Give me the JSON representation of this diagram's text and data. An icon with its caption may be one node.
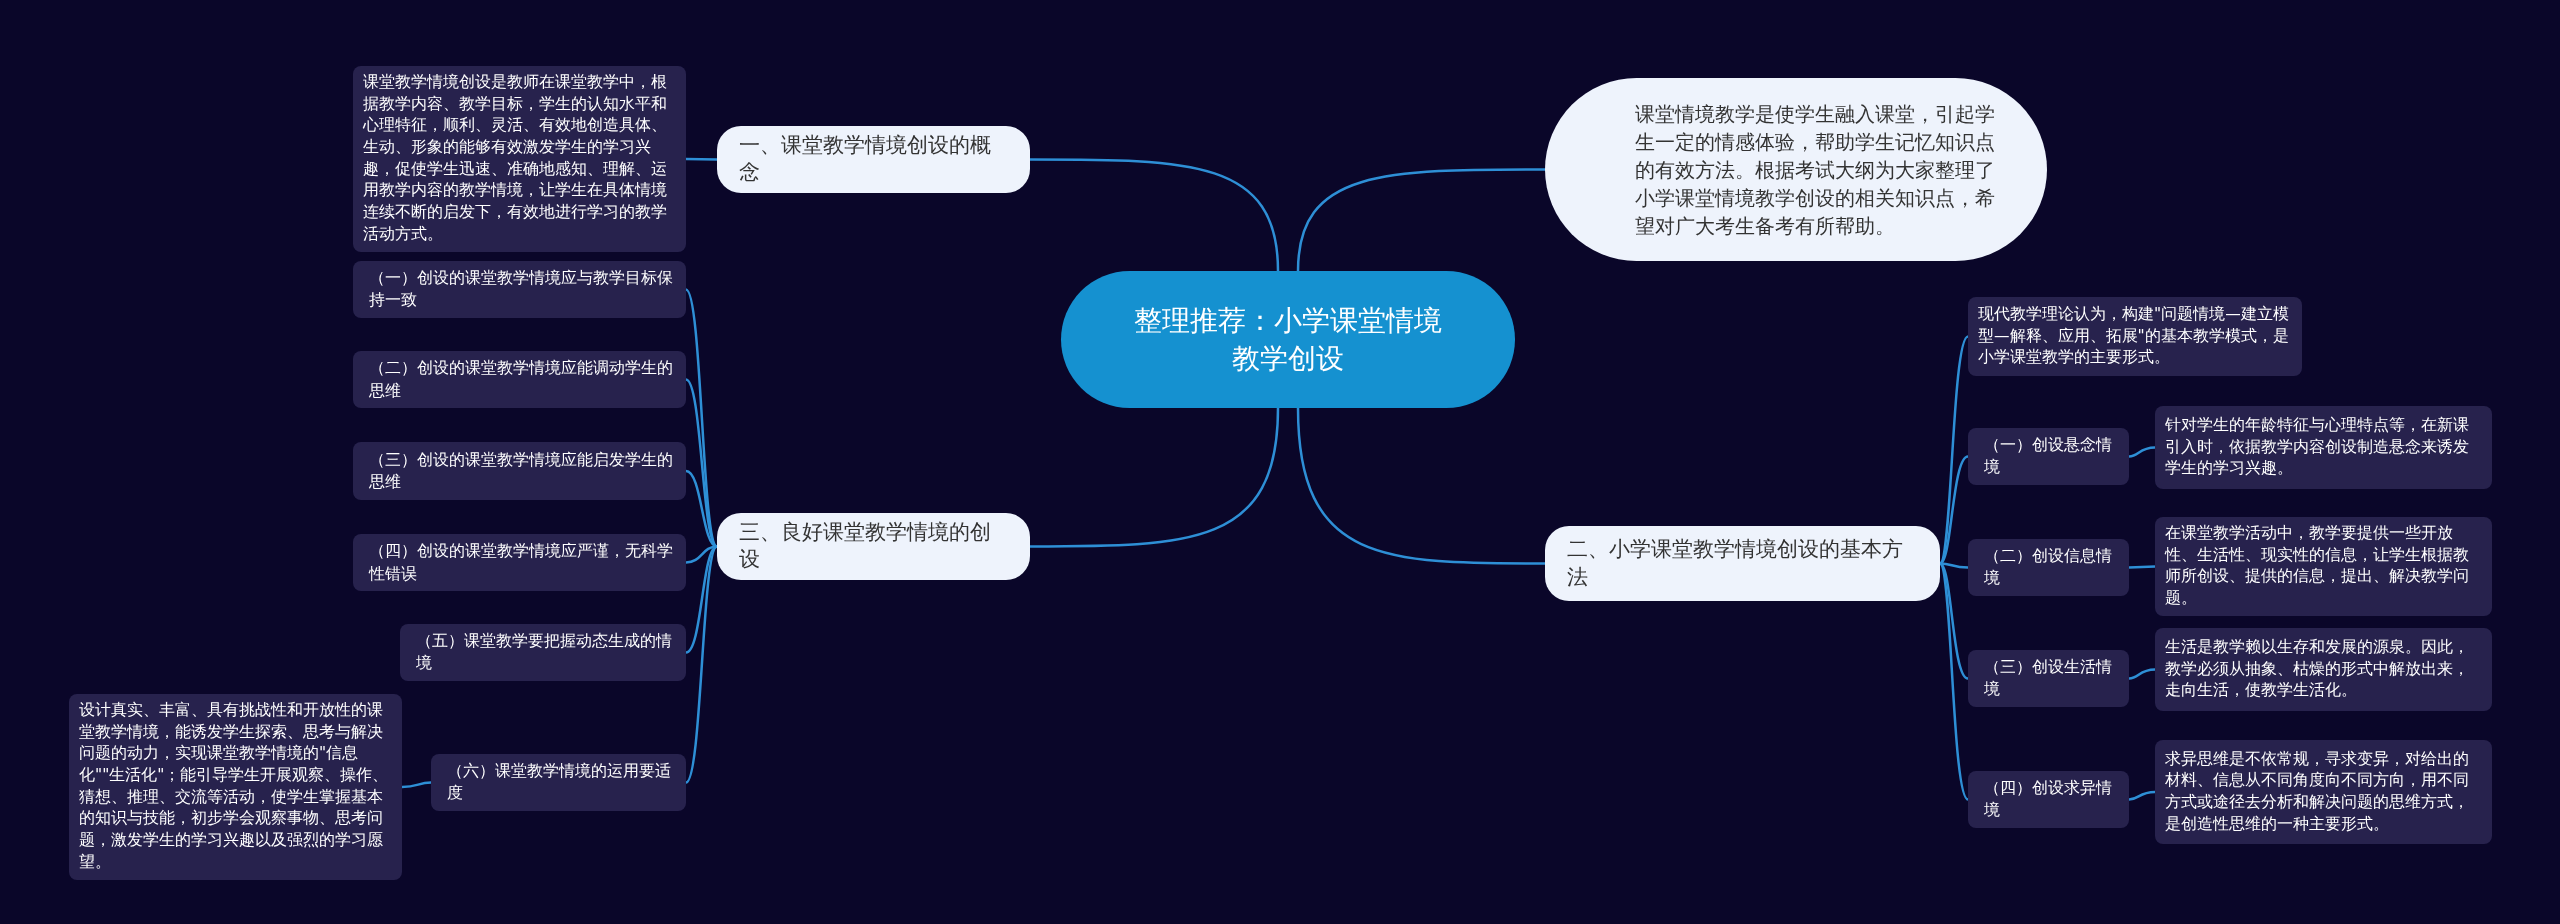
{
  "diagram": {
    "nodes": [
      {
        "text": [
          "整理推荐：小学课堂情境教学创设"
        ]
      },
      {
        "text": [
          "课堂情境教学是使学生融入课堂，引起学生一定的情感体验，帮助学生记忆知识点的有效方法。根据考试大纲为大家整理了小学课堂情境教学创设的相关知识点，希望对广大考生备考有所帮助。"
        ]
      },
      {
        "text": [
          "一、课堂教学情境创设的概念"
        ]
      },
      {
        "text": [
          "课堂教学情境创设是教师在课堂教学中，根据教学内容、教学目标，学生的认知水平和心理特征，顺利、灵活、有效地创造具体、生动、形象的能够有效激发学生的学习兴趣，促使学生迅速、准确地感知、理解、运用教学内容的教学情境，让学生在具体情境连续不断的启发下，有效地进行学习的教学活动方式。"
        ]
      },
      {
        "text": [
          "三、良好课堂教学情境的创设"
        ]
      },
      {
        "text": [
          "（一）创设的课堂教学情境应与教学目标保持一致"
        ]
      },
      {
        "text": [
          "（二）创设的课堂教学情境应能调动学生的思维"
        ]
      },
      {
        "text": [
          "（三）创设的课堂教学情境应能启发学生的思维"
        ]
      },
      {
        "text": [
          "（四）创设的课堂教学情境应严谨，无科学性错误"
        ]
      },
      {
        "text": [
          "（五）课堂教学要把握动态生成的情境"
        ]
      },
      {
        "text": [
          "（六）课堂教学情境的运用要适度"
        ]
      },
      {
        "text": [
          "设计真实、丰富、具有挑战性和开放性的课堂教学情境，能诱发学生探索、思考与解决问题的动力，实现课堂教学情境的\"信息化\"\"生活化\"；能引导学生开展观察、操作、猜想、推理、交流等活动，使学生掌握基本的知识与技能，初步学会观察事物、思考问题，激发学生的学习兴趣以及强烈的学习愿望。"
        ]
      },
      {
        "text": [
          "二、小学课堂教学情境创设的基本方法"
        ]
      },
      {
        "text": [
          "现代教学理论认为，构建\"问题情境—建立模型—解释、应用、拓展\"的基本教学模式，是小学课堂教学的主要形式。"
        ]
      },
      {
        "text": [
          "（一）创设悬念情境"
        ]
      },
      {
        "text": [
          "针对学生的年龄特征与心理特点等，在新课引入时，依据教学内容创设制造悬念来诱发学生的学习兴趣。"
        ]
      },
      {
        "text": [
          "（二）创设信息情境"
        ]
      },
      {
        "text": [
          "在课堂教学活动中，教学要提供一些开放性、生活性、现实性的信息，让学生根据教师所创设、提供的信息，提出、解决教学问题。"
        ]
      },
      {
        "text": [
          "（三）创设生活情境"
        ]
      },
      {
        "text": [
          "生活是教学赖以生存和发展的源泉。因此，教学必须从抽象、枯燥的形式中解放出来，走向生活，使教学生活化。"
        ]
      },
      {
        "text": [
          "（四）创设求异情境"
        ]
      },
      {
        "text": [
          "求异思维是不依常规，寻求变异，对给出的材料、信息从不同角度向不同方向，用不同方式或途径去分析和解决问题的思维方式，是创造性思维的一种主要形式。"
        ]
      }
    ],
    "edges": [
      {
        "from": 0,
        "to": 1,
        "arrow": "none"
      },
      {
        "from": 0,
        "to": 2,
        "arrow": "none"
      },
      {
        "from": 0,
        "to": 4,
        "arrow": "none"
      },
      {
        "from": 0,
        "to": 12,
        "arrow": "none"
      },
      {
        "from": 2,
        "to": 3,
        "arrow": "none"
      },
      {
        "from": 4,
        "to": 5,
        "arrow": "none"
      },
      {
        "from": 4,
        "to": 6,
        "arrow": "none"
      },
      {
        "from": 4,
        "to": 7,
        "arrow": "none"
      },
      {
        "from": 4,
        "to": 8,
        "arrow": "none"
      },
      {
        "from": 4,
        "to": 9,
        "arrow": "none"
      },
      {
        "from": 4,
        "to": 10,
        "arrow": "none"
      },
      {
        "from": 10,
        "to": 11,
        "arrow": "none"
      },
      {
        "from": 12,
        "to": 13,
        "arrow": "none"
      },
      {
        "from": 12,
        "to": 14,
        "arrow": "none"
      },
      {
        "from": 12,
        "to": 16,
        "arrow": "none"
      },
      {
        "from": 12,
        "to": 18,
        "arrow": "none"
      },
      {
        "from": 12,
        "to": 20,
        "arrow": "none"
      },
      {
        "from": 14,
        "to": 15,
        "arrow": "none"
      },
      {
        "from": 16,
        "to": 17,
        "arrow": "none"
      },
      {
        "from": 18,
        "to": 19,
        "arrow": "none"
      },
      {
        "from": 20,
        "to": 21,
        "arrow": "none"
      }
    ]
  }
}
